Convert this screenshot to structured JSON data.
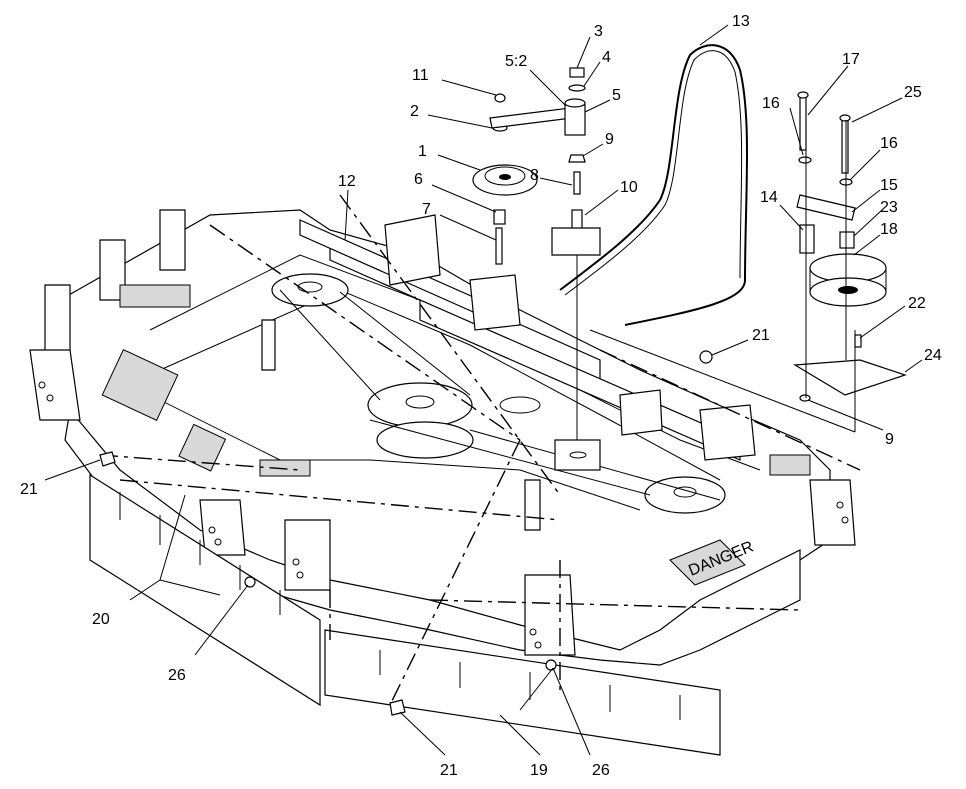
{
  "callouts": [
    "1",
    "2",
    "3",
    "4",
    "5:2",
    "5",
    "6",
    "7",
    "8",
    "9",
    "9",
    "10",
    "11",
    "12",
    "13",
    "14",
    "15",
    "16",
    "16",
    "17",
    "18",
    "19",
    "20",
    "21",
    "21",
    "21",
    "22",
    "23",
    "24",
    "25",
    "26",
    "26"
  ],
  "decal_label": "DANGER"
}
